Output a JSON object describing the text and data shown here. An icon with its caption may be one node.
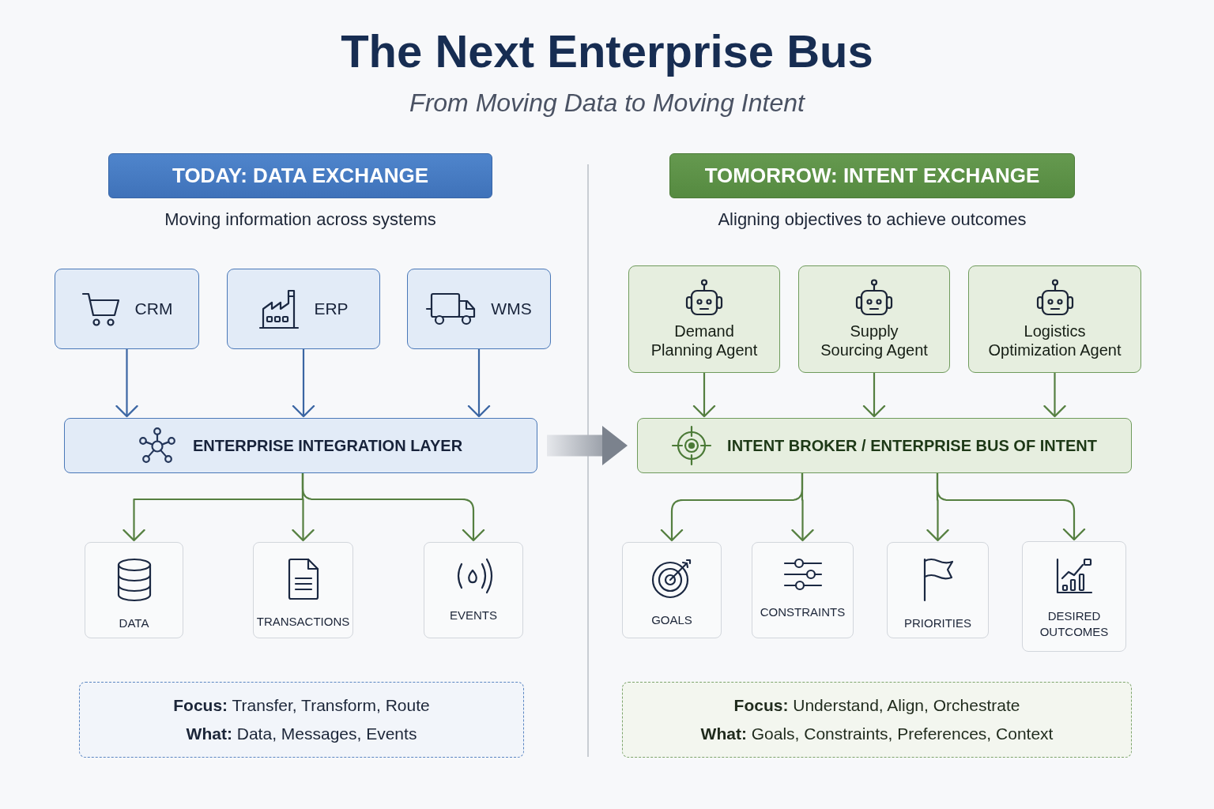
{
  "diagram": {
    "title": "The Next Enterprise Bus",
    "nodes": [
      {
        "text": [
          "TODAY: DATA EXCHANGE"
        ],
        "beside": [
          "Moving information across systems"
        ]
      },
      {
        "text": [
          "CRM"
        ]
      },
      {
        "text": [
          "ERP"
        ]
      },
      {
        "text": [
          "WMS"
        ]
      },
      {
        "text": [
          "ENTERPRISE INTEGRATION LAYER"
        ]
      },
      {
        "text": [
          "DATA"
        ]
      },
      {
        "text": [
          "TRANSACTIONS"
        ]
      },
      {
        "text": [
          "EVENTS"
        ]
      },
      {
        "text": [
          "**Focus:** Transfer, Transform, Route",
          "**What:** Data, Messages, Events"
        ]
      },
      {
        "text": [
          "TOMORROW: INTENT EXCHANGE"
        ],
        "beside": [
          "Aligning objectives to achieve outcomes"
        ]
      },
      {
        "text": [
          "Demand Planning Agent"
        ]
      },
      {
        "text": [
          "Supply Sourcing Agent"
        ]
      },
      {
        "text": [
          "Logistics Optimization Agent"
        ]
      },
      {
        "text": [
          "INTENT BROKER / ENTERPRISE BUS OF INTENT"
        ]
      },
      {
        "text": [
          "GOALS"
        ]
      },
      {
        "text": [
          "CONSTRAINTS"
        ]
      },
      {
        "text": [
          "PRIORITIES"
        ]
      },
      {
        "text": [
          "DESIRED OUTCOMES"
        ]
      },
      {
        "text": [
          "**Focus:** Understand, Align, Orchestrate",
          "**What:** Goals, Constraints, Preferences, Context"
        ]
      }
    ],
    "edges": [
      {
        "from": 1,
        "to": 4,
        "arrow": "to",
        "color": "#3b66a3"
      },
      {
        "from": 2,
        "to": 4,
        "arrow": "to",
        "color": "#3b66a3"
      },
      {
        "from": 3,
        "to": 4,
        "arrow": "to",
        "color": "#3b66a3"
      },
      {
        "from": 4,
        "to": 5,
        "arrow": "to"
      },
      {
        "from": 4,
        "to": 6,
        "arrow": "to"
      },
      {
        "from": 4,
        "to": 7,
        "arrow": "to"
      },
      {
        "from": 4,
        "to": 13,
        "arrow": "to",
        "style": "thick",
        "color": "#7b828d"
      },
      {
        "from": 10,
        "to": 13,
        "arrow": "to"
      },
      {
        "from": 11,
        "to": 13,
        "arrow": "to"
      },
      {
        "from": 12,
        "to": 13,
        "arrow": "to"
      },
      {
        "from": 13,
        "to": 14,
        "arrow": "to"
      },
      {
        "from": 13,
        "to": 15,
        "arrow": "to"
      },
      {
        "from": 13,
        "to": 16,
        "arrow": "to"
      },
      {
        "from": 13,
        "to": 17,
        "arrow": "to"
      }
    ],
    "labels": [
      "From Moving Data to Moving Intent"
    ]
  }
}
